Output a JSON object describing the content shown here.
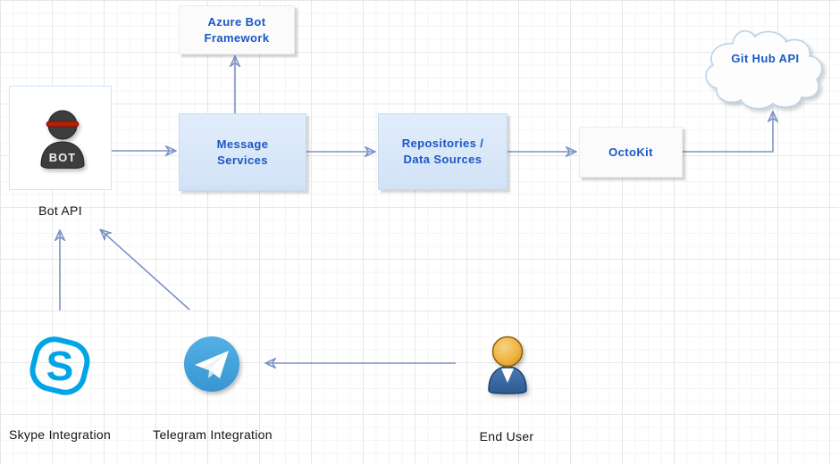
{
  "diagram": {
    "nodes": {
      "azure_bot_framework": {
        "line1": "Azure Bot",
        "line2": "Framework"
      },
      "bot_api": {
        "badge": "BOT",
        "caption": "Bot API"
      },
      "message_services": {
        "line1": "Message",
        "line2": "Services"
      },
      "repositories": {
        "line1": "Repositories /",
        "line2": "Data Sources"
      },
      "octokit": {
        "label": "OctoKit"
      },
      "github_api": {
        "label": "Git Hub API"
      },
      "skype": {
        "caption": "Skype Integration"
      },
      "telegram": {
        "caption": "Telegram Integration"
      },
      "end_user": {
        "caption": "End User"
      }
    },
    "edges": [
      {
        "from": "bot_api",
        "to": "message_services"
      },
      {
        "from": "message_services",
        "to": "azure_bot_framework"
      },
      {
        "from": "message_services",
        "to": "repositories"
      },
      {
        "from": "repositories",
        "to": "octokit"
      },
      {
        "from": "octokit",
        "to": "github_api"
      },
      {
        "from": "skype",
        "to": "bot_api"
      },
      {
        "from": "telegram",
        "to": "bot_api"
      },
      {
        "from": "end_user",
        "to": "telegram"
      }
    ],
    "colors": {
      "node_text": "#1a58c2",
      "arrow": "#7b93c6",
      "blue_node_fill": "#d9e6f8",
      "plain_node_fill": "#fbfbfb",
      "cloud_stroke": "#b9d3ea",
      "skype_blue": "#00a5e5",
      "telegram_blue": "#3d9fd6",
      "bot_body": "#3d3d3d",
      "bot_visor": "#b32007",
      "user_head": "#eeb344",
      "user_body": "#35689f",
      "label_text": "#141414"
    },
    "icons": {
      "bot": "bot-avatar-icon",
      "skype": "skype-icon",
      "telegram": "telegram-icon",
      "end_user": "person-icon",
      "github": "cloud-shape"
    }
  }
}
